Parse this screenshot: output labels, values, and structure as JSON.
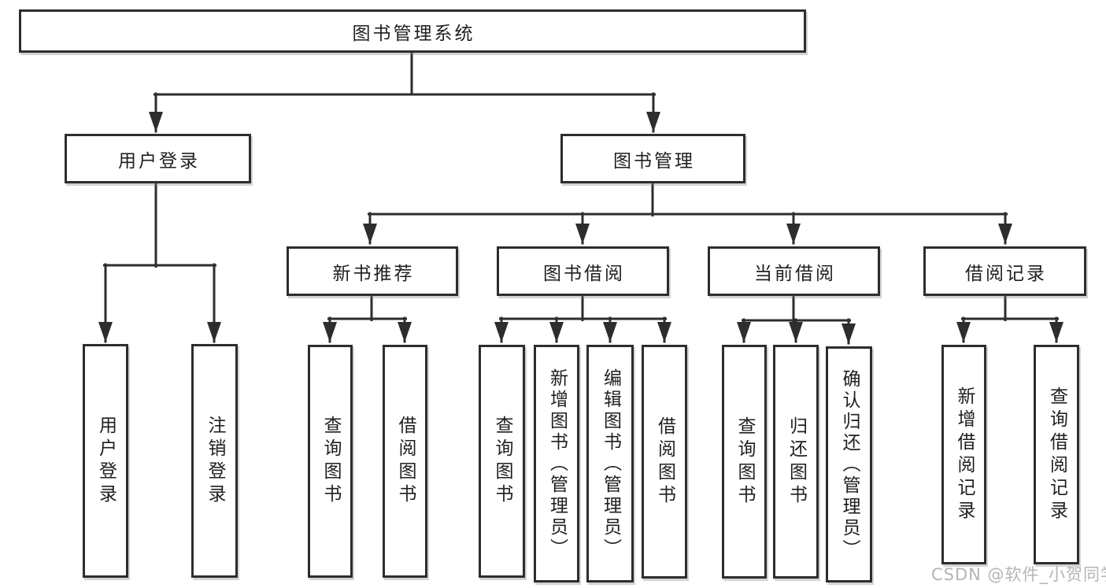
{
  "diagram": {
    "type": "hierarchy-tree",
    "colors": {
      "background": "#ffffff",
      "line": "#2d2d2d",
      "box_border": "#2d2d2d",
      "text": "#1f1f1f",
      "watermark": "#b5b5b5"
    }
  },
  "tree": {
    "label": "图书管理系统",
    "children": [
      {
        "label": "用户登录",
        "children": [
          {
            "label": "用户登录"
          },
          {
            "label": "注销登录"
          }
        ]
      },
      {
        "label": "图书管理",
        "children": [
          {
            "label": "新书推荐",
            "children": [
              {
                "label": "查询图书"
              },
              {
                "label": "借阅图书"
              }
            ]
          },
          {
            "label": "图书借阅",
            "children": [
              {
                "label": "查询图书"
              },
              {
                "label": "新增图书（管理员）"
              },
              {
                "label": "编辑图书（管理员）"
              },
              {
                "label": "借阅图书"
              }
            ]
          },
          {
            "label": "当前借阅",
            "children": [
              {
                "label": "查询图书"
              },
              {
                "label": "归还图书"
              },
              {
                "label": "确认归还（管理员）"
              }
            ]
          },
          {
            "label": "借阅记录",
            "children": [
              {
                "label": "新增借阅记录"
              },
              {
                "label": "查询借阅记录"
              }
            ]
          }
        ]
      }
    ]
  },
  "watermark": {
    "text": "CSDN @软件_小贺同学"
  }
}
